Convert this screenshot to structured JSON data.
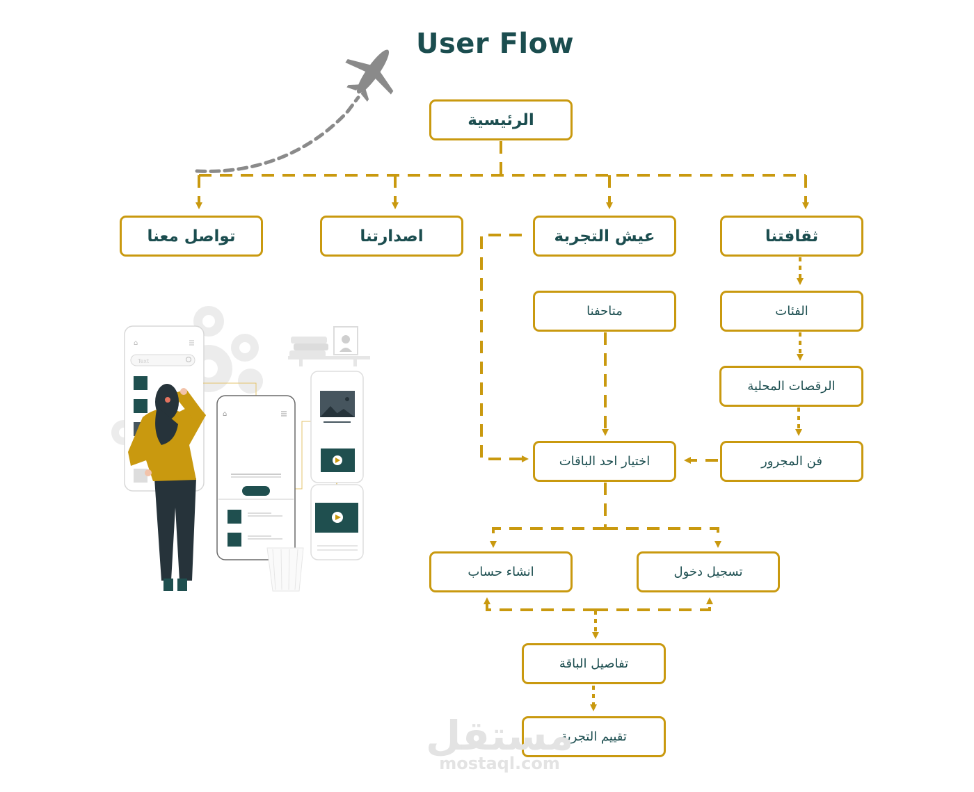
{
  "title": "User Flow",
  "colors": {
    "accent": "#c9990f",
    "text": "#1b4d4f",
    "plane": "#8a8a8a",
    "illustration_dark": "#1f4f4f",
    "illustration_mustard": "#c9990f"
  },
  "nodes": {
    "home": "الرئيسية",
    "contact": "تواصل معنا",
    "releases": "اصدارتنا",
    "live_experience": "عيش التجربة",
    "our_culture": "ثقافتنا",
    "museums": "متاحفنا",
    "categories": "الفئات",
    "local_dances": "الرقصات المحلية",
    "majrour_art": "فن المجرور",
    "choose_package": "اختيار احد الباقات",
    "create_account": "انشاء حساب",
    "login": "تسجيل دخول",
    "package_details": "تفاصيل الباقة",
    "rate_experience": "تقييم التجربة"
  },
  "illustration": {
    "search_placeholder": "Text",
    "icons": [
      "airplane-icon",
      "home-icon",
      "menu-icon",
      "search-icon",
      "play-icon",
      "image-icon",
      "gear-icon"
    ]
  },
  "watermark": {
    "arabic": "مستقل",
    "latin": "mostaql.com"
  }
}
